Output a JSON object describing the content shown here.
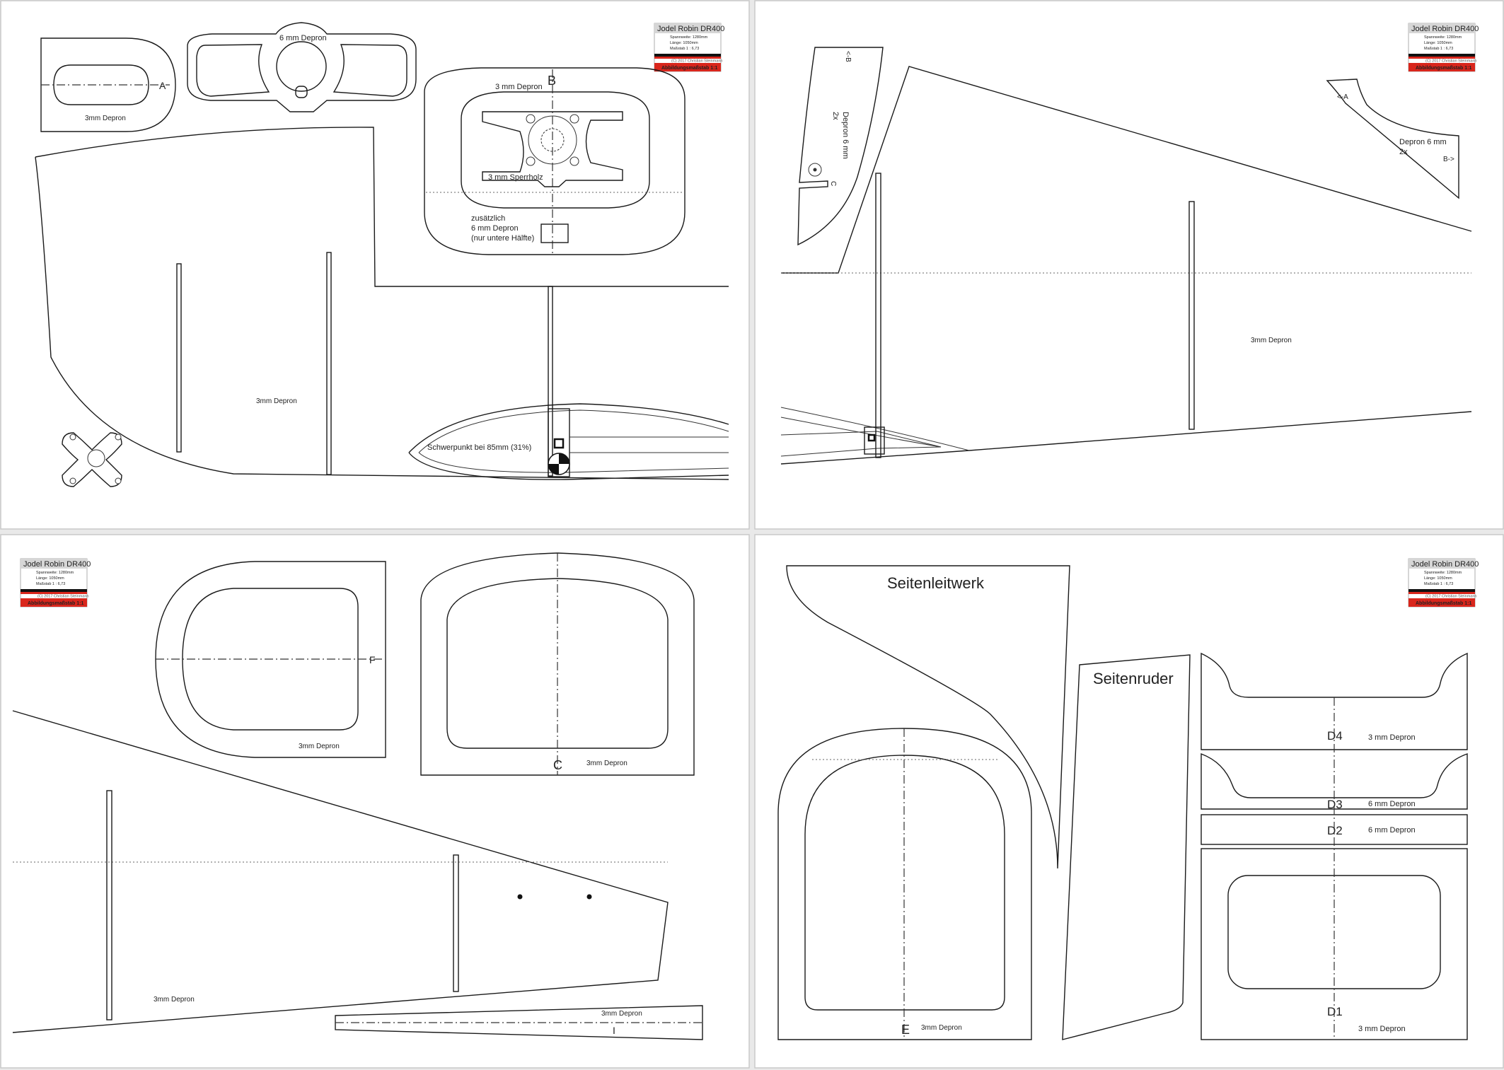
{
  "title_block": {
    "title": "Jodel Robin DR400",
    "line1": "Spannweite: 1280mm",
    "line2": "Länge: 1050mm",
    "line3": "Maßstab 1 : 6,73",
    "copyright": "(C) 2017 Christian Steinmann",
    "scale_note": "Abbildungsmaßstab 1:1",
    "colors": {
      "header_bg": "#d6d6d6",
      "band_dark": "#111111",
      "band_red": "#d9261c"
    }
  },
  "sheet1": {
    "label_6mm_depron_top": "6 mm Depron",
    "label_3mm_depron_a": "3mm Depron",
    "label_B": "B",
    "label_3mm_depron_b": "3 mm Depron",
    "label_sperrholz": "3 mm Sperrholz",
    "label_zus1": "zusätzlich",
    "label_zus2": "6 mm Depron",
    "label_zus3": "(nur untere Hälfte)",
    "label_3mm_depron_c": "3mm Depron",
    "label_schwerpunkt": "Schwerpunkt bei 85mm (31%)",
    "label_A": "A"
  },
  "sheet2": {
    "label_arrow_b": "<-B",
    "label_depron6": "Depron 6 mm",
    "label_2x": "2x",
    "label_C": "C",
    "label_arrow_a": "<-A",
    "label_depron6_b": "Depron 6 mm",
    "label_2x_b": "2x",
    "label_b_arrow": "B->",
    "label_3mm_depron": "3mm Depron"
  },
  "sheet3": {
    "label_F": "F",
    "label_3mm_depron_a": "3mm Depron",
    "label_C": "C",
    "label_3mm_depron_b": "3mm Depron",
    "label_3mm_depron_c": "3mm Depron",
    "label_3mm_depron_d": "3mm Depron",
    "label_I": "I"
  },
  "sheet4": {
    "label_seitenleitwerk": "Seitenleitwerk",
    "label_seitenruder": "Seitenruder",
    "label_E": "E",
    "label_3mm_depron_e": "3mm Depron",
    "label_D4": "D4",
    "label_d4_mat": "3 mm Depron",
    "label_D3": "D3",
    "label_d3_mat": "6 mm Depron",
    "label_D2": "D2",
    "label_d2_mat": "6 mm Depron",
    "label_D1": "D1",
    "label_d1_mat": "3 mm Depron"
  }
}
